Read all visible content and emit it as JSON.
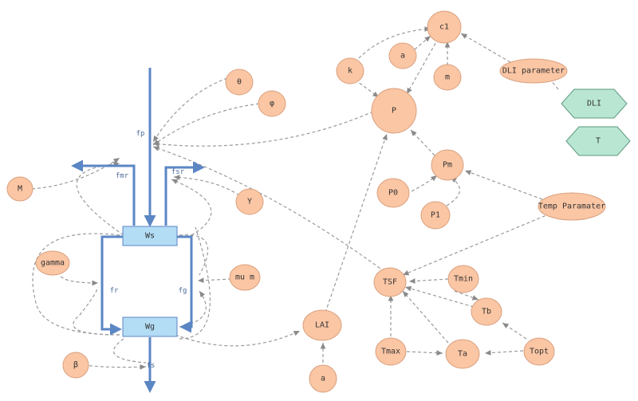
{
  "stocks": {
    "ws": "Ws",
    "wg": "Wg"
  },
  "flows": {
    "fp": "fp",
    "fmr": "fmr",
    "fsr": "fsr",
    "fr": "fr",
    "fg": "fg",
    "fs": "fs"
  },
  "nodes": {
    "c1": "c1",
    "a_top": "a",
    "k": "k",
    "m": "m",
    "dli_parameter": "DLI parameter",
    "p": "P",
    "theta": "θ",
    "phi": "φ",
    "pm": "Pm",
    "p0": "P0",
    "p1": "P1",
    "temp_paramater": "Temp Paramater",
    "big_m": "M",
    "y": "Y",
    "gamma": "gamma",
    "mu_m": "mu m",
    "tsf": "TSF",
    "tmin": "Tmin",
    "tb": "Tb",
    "lai": "LAI",
    "tmax": "Tmax",
    "ta": "Ta",
    "topt": "Topt",
    "beta": "β",
    "a_bottom": "a"
  },
  "inputs": {
    "dli": "DLI",
    "t": "T"
  },
  "colors": {
    "aux": "#fbc6a4",
    "stock": "#b3dcf5",
    "flow": "#5b86c4",
    "input": "#b9e6d2",
    "link": "#9a9a9a"
  }
}
